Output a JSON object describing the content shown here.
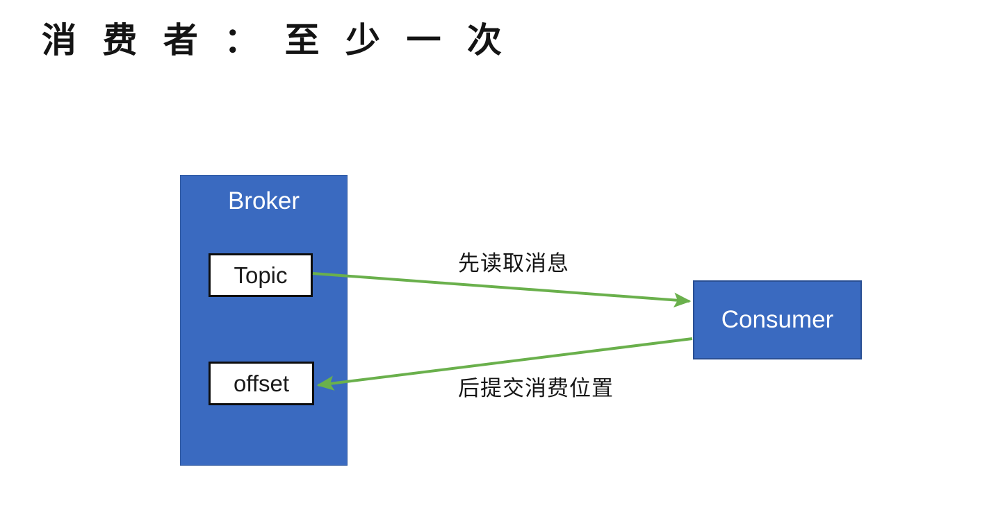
{
  "slide": {
    "title": "消 费 者 ：  至 少 一 次",
    "background_color": "#ffffff"
  },
  "colors": {
    "box_blue_fill": "#3a6ac0",
    "box_blue_border": "#2f589f",
    "inner_box_fill": "#ffffff",
    "inner_box_border": "#0d0d0d",
    "arrow_green": "#6ab04c",
    "title_text": "#141414",
    "label_text": "#161616",
    "white_text": "#ffffff"
  },
  "nodes": {
    "broker": {
      "label": "Broker",
      "children": [
        {
          "id": "topic",
          "label": "Topic"
        },
        {
          "id": "offset",
          "label": "offset"
        }
      ]
    },
    "consumer": {
      "label": "Consumer"
    }
  },
  "edges": [
    {
      "id": "read-message",
      "label": "先读取消息",
      "from": "topic",
      "to": "consumer",
      "direction": "topic-to-consumer",
      "color": "#6ab04c"
    },
    {
      "id": "commit-offset",
      "label": "后提交消费位置",
      "from": "consumer",
      "to": "offset",
      "direction": "consumer-to-offset",
      "color": "#6ab04c"
    }
  ]
}
